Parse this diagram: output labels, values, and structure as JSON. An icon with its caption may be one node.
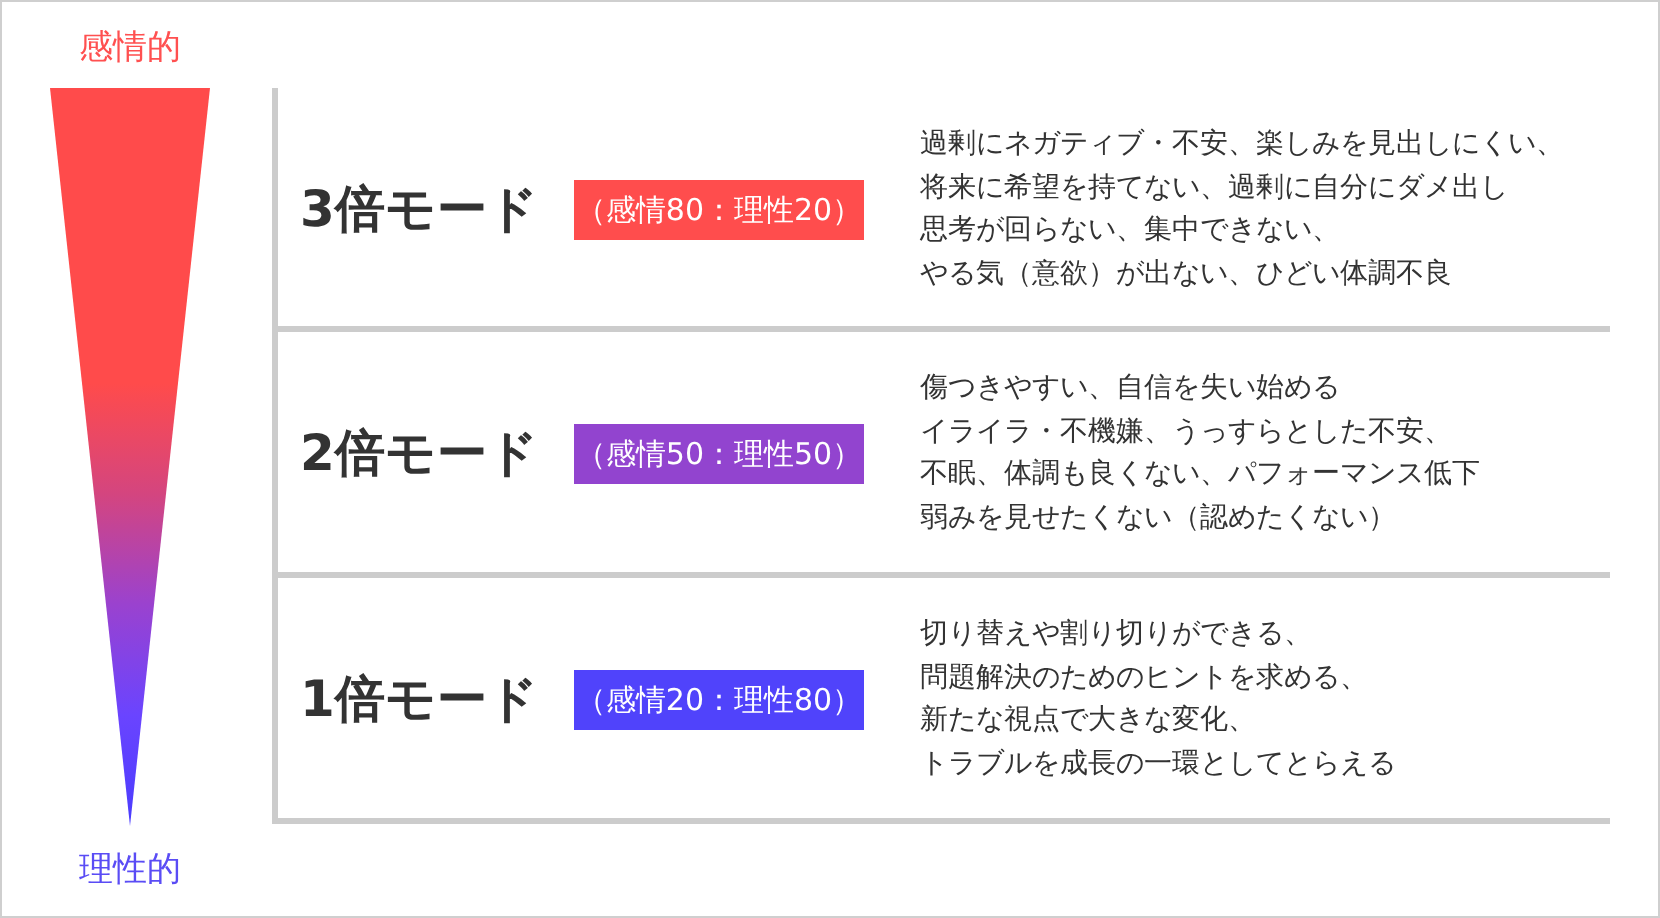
{
  "diagram": {
    "nodes": [
      {
        "text": [],
        "shape": "triangle",
        "beside": [
          "感情的",
          "理性的"
        ]
      },
      {
        "text": [
          "3倍モード",
          "過剰にネガティブ・不安、楽しみを見出しにくい、",
          "将来に希望を持てない、過剰に自分にダメ出し",
          "思考が回らない、集中できない、",
          "やる気（意欲）が出ない、ひどい体調不良"
        ]
      },
      {
        "text": [
          "（感情80：理性20）"
        ],
        "in": 1
      },
      {
        "text": [
          "2倍モード",
          "傷つきやすい、自信を失い始める",
          "イライラ・不機嫌、うっすらとした不安、",
          "不眠、体調も良くない、パフォーマンス低下",
          "弱みを見せたくない（認めたくない）"
        ]
      },
      {
        "text": [
          "（感情50：理性50）"
        ],
        "in": 3
      },
      {
        "text": [
          "1倍モード",
          "切り替えや割り切りができる、",
          "問題解決のためのヒントを求める、",
          "新たな視点で大きな変化、",
          "トラブルを成長の一環としてとらえる"
        ]
      },
      {
        "text": [
          "（感情20：理性80）"
        ],
        "in": 5
      }
    ]
  }
}
